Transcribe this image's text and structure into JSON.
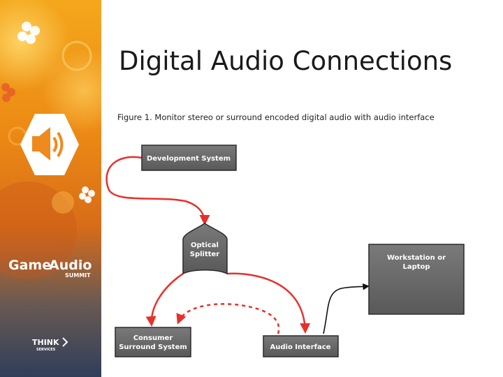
{
  "slide": {
    "title": "Digital Audio Connections",
    "caption": "Figure 1. Monitor stereo or surround encoded digital audio with audio interface"
  },
  "branding": {
    "logo_game": "Game",
    "logo_audio": "Audio",
    "logo_summit": "SUMMIT",
    "sponsor_think": "THINK",
    "sponsor_services": "SERVICES"
  },
  "diagram": {
    "nodes": {
      "development": {
        "label": "Development System"
      },
      "splitter": {
        "line1": "Optical",
        "line2": "Splitter"
      },
      "workstation": {
        "line1": "Workstation or",
        "line2": "Laptop"
      },
      "consumer": {
        "line1": "Consumer",
        "line2": "Surround System"
      },
      "interface": {
        "label": "Audio Interface"
      }
    },
    "colors": {
      "signal": "#e8302a",
      "control": "#111111",
      "node_fill": "#6e6e6e",
      "node_border": "#2a2a2a"
    }
  }
}
